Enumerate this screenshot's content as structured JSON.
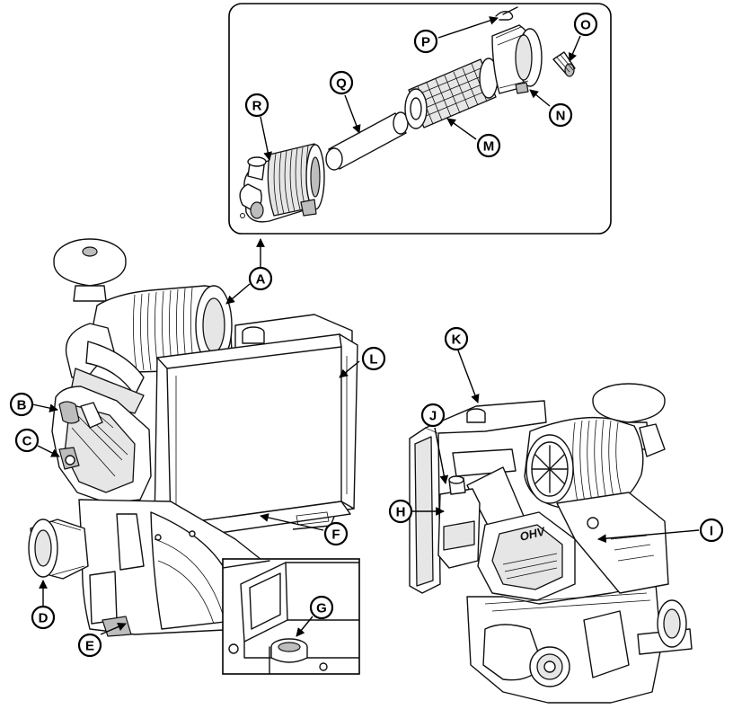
{
  "callouts": {
    "A": "A",
    "B": "B",
    "C": "C",
    "D": "D",
    "E": "E",
    "F": "F",
    "G": "G",
    "H": "H",
    "I": "I",
    "J": "J",
    "K": "K",
    "L": "L",
    "M": "M",
    "N": "N",
    "O": "O",
    "P": "P",
    "Q": "Q",
    "R": "R"
  },
  "engine_badge": "OHV",
  "colors": {
    "line": "#111111",
    "fill_light": "#e6e6e6",
    "fill_mid": "#bdbdbd",
    "background": "#ffffff"
  }
}
